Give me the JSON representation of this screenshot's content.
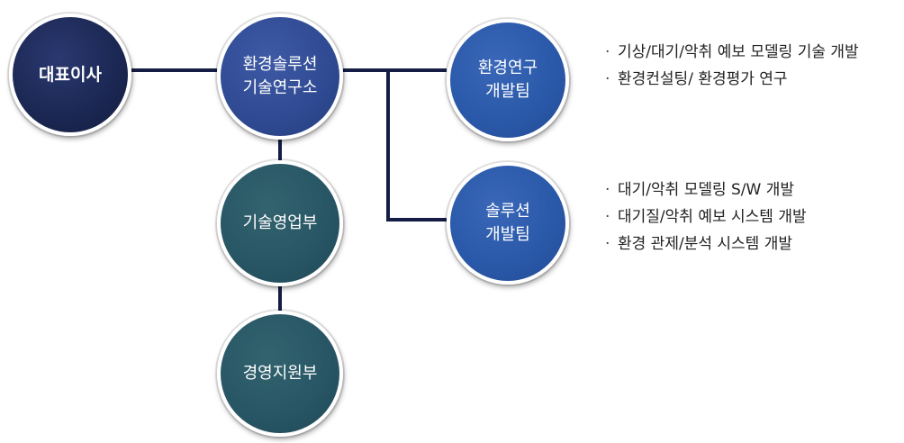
{
  "nodes": {
    "ceo": {
      "label": "대표이사"
    },
    "lab": {
      "line1": "환경솔루션",
      "line2": "기술연구소"
    },
    "env_team": {
      "line1": "환경연구",
      "line2": "개발팀"
    },
    "sol_team": {
      "line1": "솔루션",
      "line2": "개발팀"
    },
    "sales": {
      "label": "기술영업부"
    },
    "mgmt": {
      "label": "경영지원부"
    }
  },
  "env_team_duties": [
    "기상/대기/악취 예보 모델링 기술 개발",
    "환경컨설팅/ 환경평가 연구"
  ],
  "sol_team_duties": [
    "대기/악취 모델링 S/W 개발",
    "대기질/악취 예보 시스템 개발",
    "환경 관제/분석 시스템 개발"
  ],
  "colors": {
    "connector": "#151d45",
    "ceo": "#1b2752",
    "lab": "#2f4a92",
    "teams": "#2a58a8",
    "departments": "#275564"
  }
}
